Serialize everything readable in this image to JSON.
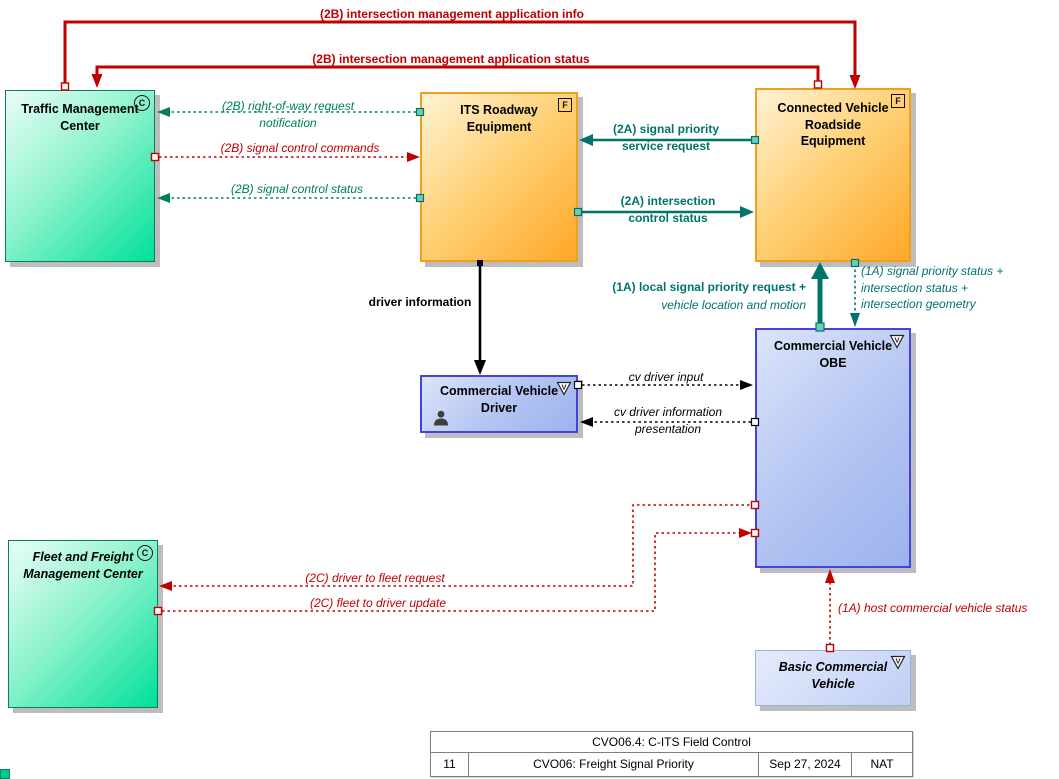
{
  "colors": {
    "flow_red": "#C00000",
    "flow_teal": "#00746A",
    "flow_green": "#008055",
    "center_fill_light": "#EAFEF6",
    "center_fill_dark": "#00E09A",
    "center_border": "#0B7E5E",
    "field_fill_light": "#FFF3D6",
    "field_fill_dark": "#FFA826",
    "field_border": "#EE9F1E",
    "vehicle_fill_light": "#DBE4FA",
    "vehicle_fill_dark": "#9DB3EE",
    "vehicle_border": "#4343DF"
  },
  "boxes": {
    "tmc": {
      "label": "Traffic Management\nCenter",
      "icon": "C"
    },
    "rwe": {
      "label": "ITS Roadway\nEquipment",
      "icon": "F"
    },
    "rse": {
      "label": "Connected Vehicle\nRoadside\nEquipment",
      "icon": "F"
    },
    "driver": {
      "label": "Commercial Vehicle\nDriver",
      "icon": "V"
    },
    "obe": {
      "label": "Commercial Vehicle\nOBE",
      "icon": "V"
    },
    "ffmc": {
      "label": "Fleet and Freight\nManagement Center",
      "icon": "C"
    },
    "bcv": {
      "label": "Basic Commercial\nVehicle",
      "icon": "V"
    }
  },
  "flows": {
    "app_info": "(2B) intersection management application info",
    "app_status": "(2B) intersection management application status",
    "row_notification": "(2B) right-of-way request\nnotification",
    "signal_control_commands": "(2B) signal control commands",
    "signal_control_status": "(2B) signal control status",
    "sp_service_request": "(2A) signal priority\nservice request",
    "int_control_status": "(2A) intersection\ncontrol status",
    "driver_information": "driver information",
    "local_sp_request": "(1A) local signal priority request +",
    "vehicle_location_motion": "vehicle location and motion",
    "sp_status": "(1A) signal priority status +\nintersection status +\nintersection geometry",
    "cv_driver_input": "cv driver input",
    "cv_driver_presentation": "cv driver information\npresentation",
    "driver_to_fleet": "(2C) driver to fleet request",
    "fleet_to_driver": "(2C) fleet to driver update",
    "host_cv_status": "(1A) host commercial vehicle status"
  },
  "title_block": {
    "title": "CVO06.4: C-ITS Field Control",
    "number": "11",
    "name": "CVO06: Freight Signal Priority",
    "date": "Sep 27, 2024",
    "org": "NAT"
  }
}
